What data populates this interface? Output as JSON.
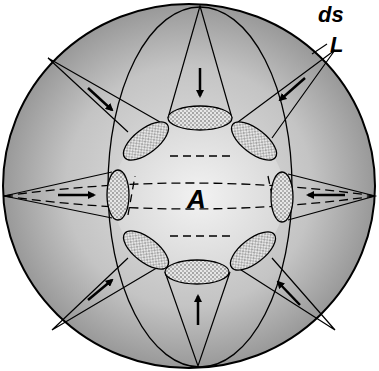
{
  "diagram": {
    "labels": [
      "ds",
      "L",
      "A"
    ]
  }
}
